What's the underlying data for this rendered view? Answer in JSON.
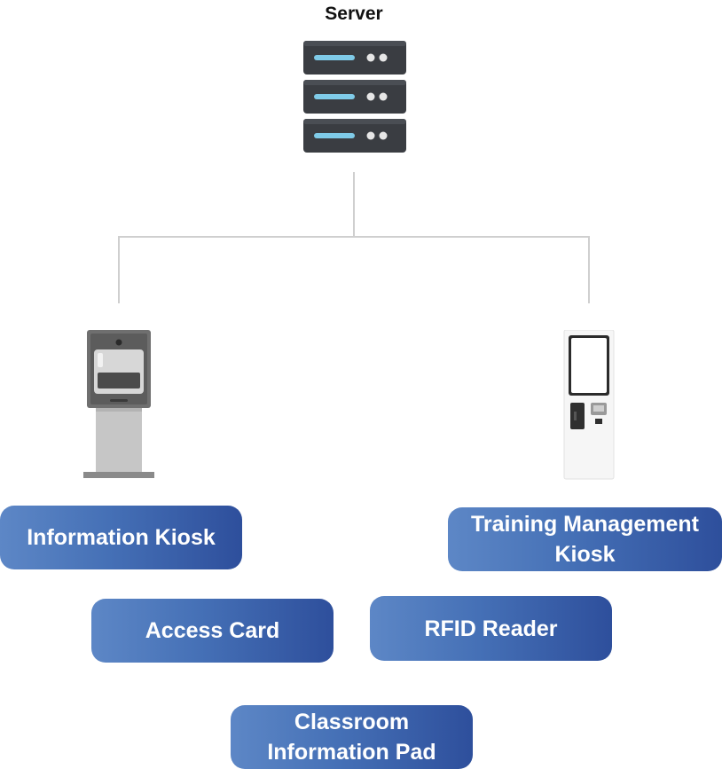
{
  "server": {
    "label": "Server",
    "icon": "server-rack-icon"
  },
  "devices": {
    "left_kiosk_icon": "information-kiosk-icon",
    "right_kiosk_icon": "training-kiosk-icon"
  },
  "labels": {
    "information_kiosk": "Information Kiosk",
    "training_kiosk_line1": "Training Management",
    "training_kiosk_line2": "Kiosk",
    "access_card": "Access Card",
    "rfid_reader": "RFID Reader",
    "classroom_pad_line1": "Classroom",
    "classroom_pad_line2": "Information Pad"
  },
  "colors": {
    "pill_start": "#5d87c6",
    "pill_end": "#2e4f9c",
    "connector": "#cfcfcf",
    "server_body": "#3a3d42",
    "server_light": "#7fcbe8"
  }
}
